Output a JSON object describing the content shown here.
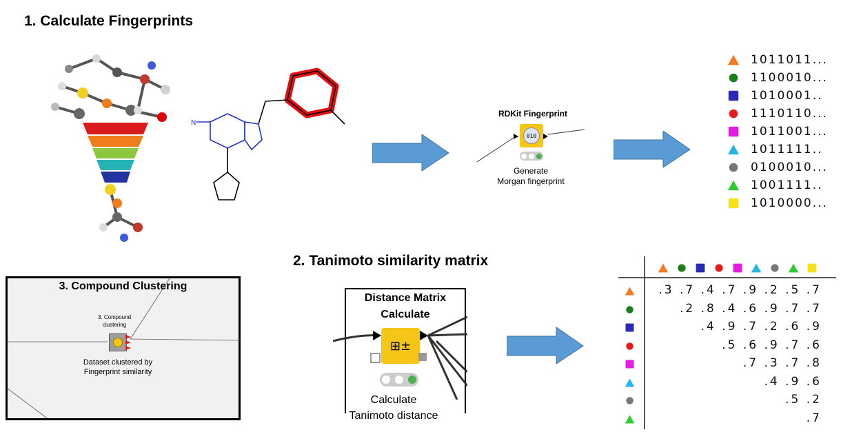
{
  "step1": {
    "title": "1. Calculate Fingerprints"
  },
  "step2": {
    "title": "2. Tanimoto similarity matrix"
  },
  "rdkit_node": {
    "title": "RDKit Fingerprint",
    "icon_text": "010",
    "caption_line1": "Generate",
    "caption_line2": "Morgan fingerprint"
  },
  "fingerprints": [
    {
      "shape": "triangle",
      "color": "#f47a1f",
      "bits": "1011011..."
    },
    {
      "shape": "circle",
      "color": "#1a7f1a",
      "bits": "1100010..."
    },
    {
      "shape": "square",
      "color": "#2a2ab8",
      "bits": "1010001.."
    },
    {
      "shape": "circle",
      "color": "#e51b1b",
      "bits": "1110110..."
    },
    {
      "shape": "square",
      "color": "#e21ce2",
      "bits": "1011001..."
    },
    {
      "shape": "triangle",
      "color": "#27b5e8",
      "bits": "1011111.."
    },
    {
      "shape": "circle",
      "color": "#777777",
      "bits": "0100010..."
    },
    {
      "shape": "triangle",
      "color": "#2ecc2e",
      "bits": "1001111.."
    },
    {
      "shape": "square",
      "color": "#f5e11c",
      "bits": "1010000..."
    }
  ],
  "clustering": {
    "box_title": "3. Compound Clustering",
    "node_name_line1": "3. Compound",
    "node_name_line2": "clustering",
    "caption_line1": "Dataset clustered by",
    "caption_line2": "Fingerprint similarity"
  },
  "distance_node": {
    "title_line1": "Distance Matrix",
    "title_line2": "Calculate",
    "caption_line1": "Calculate",
    "caption_line2": "Tanimoto distance"
  },
  "matrix": {
    "rows": [
      ".3 .7 .4 .7 .9 .2 .5 .7",
      ".2 .8 .4 .6 .9 .7 .7",
      ".4 .9 .7 .2 .6 .9",
      ".5 .6 .9 .7 .6",
      ".7 .3 .7 .8",
      ".4 .9 .6",
      ".5 .2",
      ".7"
    ]
  }
}
